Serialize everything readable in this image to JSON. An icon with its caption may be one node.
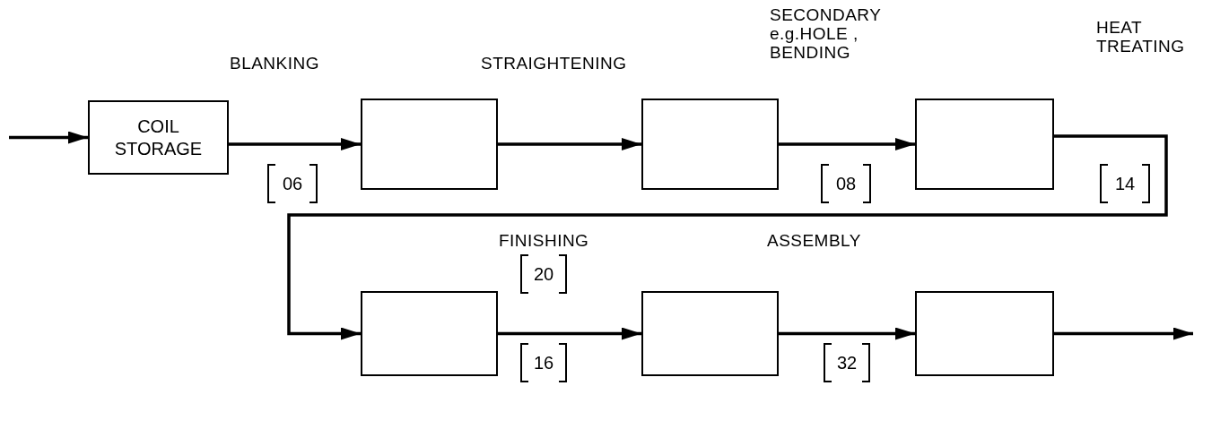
{
  "diagram": {
    "nodes": [
      {
        "text": [
          "COIL STORAGE"
        ]
      },
      {
        "text": [],
        "shape": "box"
      },
      {
        "text": [],
        "shape": "box"
      },
      {
        "text": [],
        "shape": "box"
      },
      {
        "text": [],
        "shape": "box"
      },
      {
        "text": [],
        "shape": "box"
      },
      {
        "text": [],
        "shape": "box"
      }
    ],
    "edges": [
      {
        "from": null,
        "to": 0,
        "arrow": "to"
      },
      {
        "from": 0,
        "to": 1,
        "arrow": "to"
      },
      {
        "from": 1,
        "to": 2,
        "arrow": "to"
      },
      {
        "from": 2,
        "to": 3,
        "arrow": "to"
      },
      {
        "from": 3,
        "to": 4,
        "arrow": "to"
      },
      {
        "from": 4,
        "to": 5,
        "arrow": "to"
      },
      {
        "from": 5,
        "to": 6,
        "arrow": "to"
      },
      {
        "from": 6,
        "to": null,
        "arrow": "to"
      }
    ],
    "labels": [
      "SECONDARY e.g.HOLE , BENDING",
      "HEAT TREATING",
      "BLANKING",
      "STRAIGHTENING",
      "06",
      "08",
      "14",
      "FINISHING",
      "ASSEMBLY",
      "20",
      "16",
      "32"
    ]
  }
}
